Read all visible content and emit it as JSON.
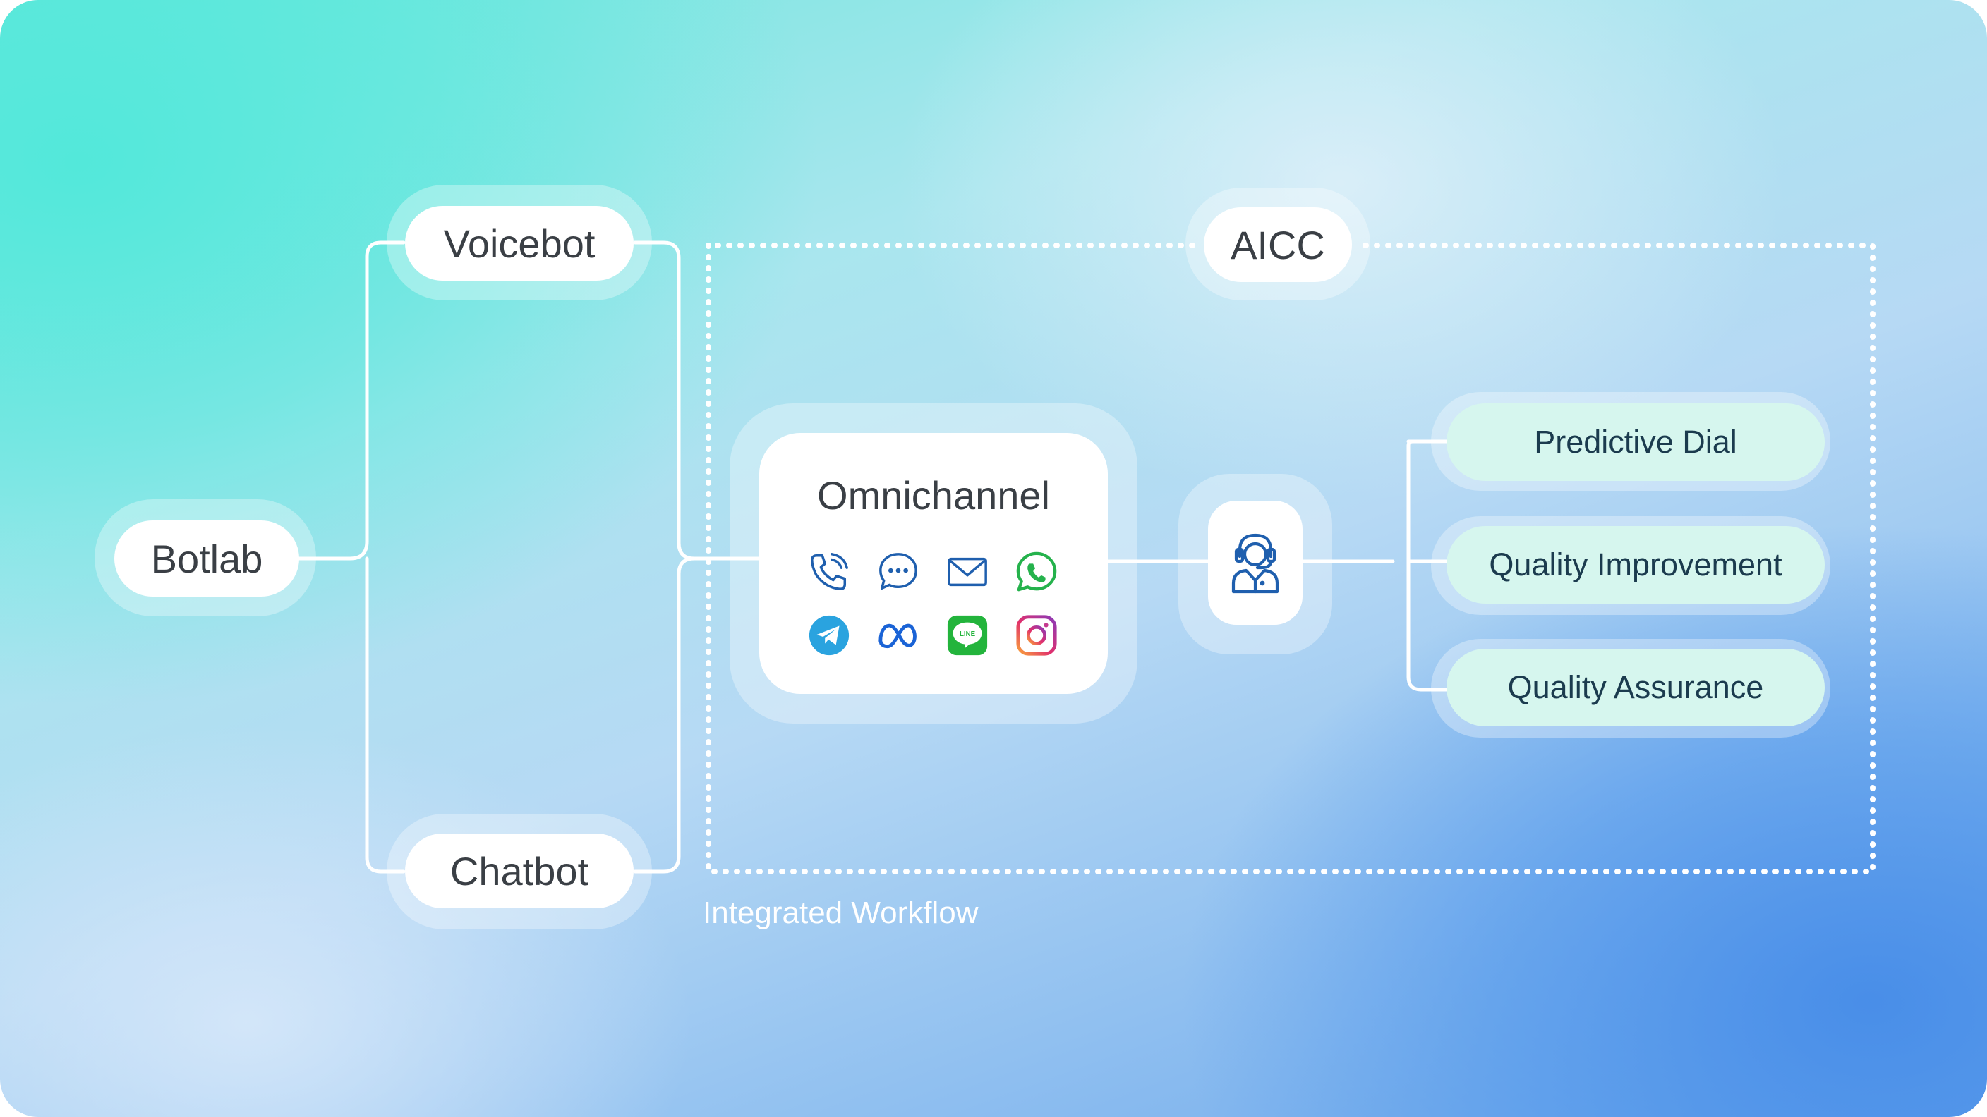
{
  "nodes": {
    "botlab": "Botlab",
    "voicebot": "Voicebot",
    "chatbot": "Chatbot",
    "aicc": "AICC",
    "omnichannel": "Omnichannel",
    "predictive_dial": "Predictive Dial",
    "quality_improvement": "Quality Improvement",
    "quality_assurance": "Quality Assurance"
  },
  "group_label": "Integrated Workflow",
  "channels": [
    "phone-icon",
    "chat-bubble-icon",
    "email-icon",
    "whatsapp-icon",
    "telegram-icon",
    "meta-icon",
    "line-icon",
    "instagram-icon"
  ],
  "line_icon_text": "LINE",
  "agent_icon": "headset-agent-icon",
  "colors": {
    "icon_blue": "#1f5fae",
    "telegram": "#2aa3df",
    "whatsapp": "#25b24c",
    "line": "#23b43c",
    "mint_pill": "#d6f6ee",
    "connector": "#ffffff"
  }
}
